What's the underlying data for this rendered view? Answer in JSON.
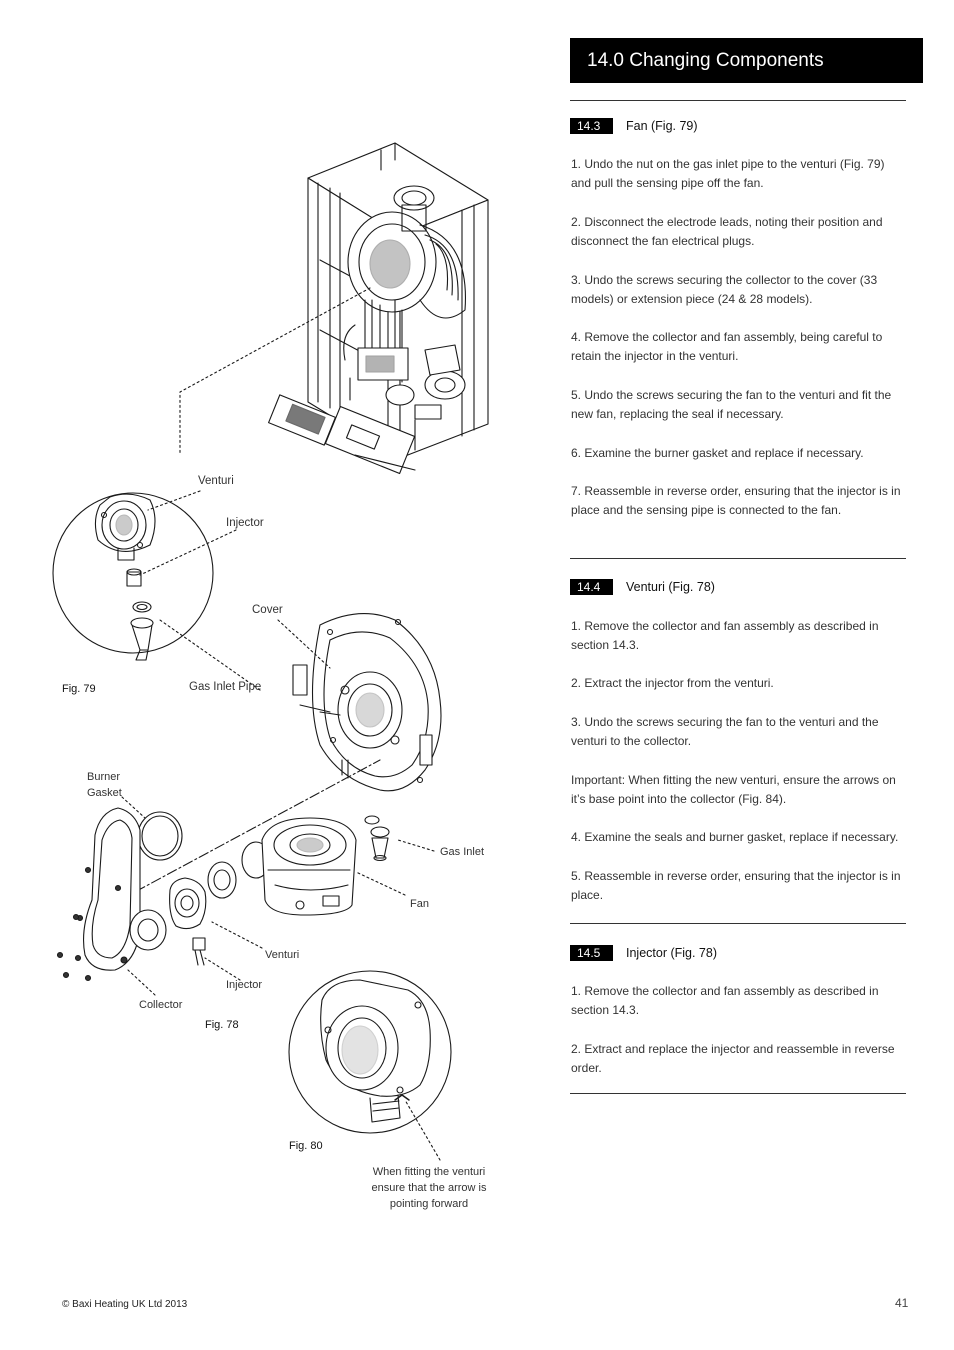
{
  "header": {
    "title": "14.0 Changing Components"
  },
  "sections": [
    {
      "number": "14.3",
      "title": "Fan (Fig. 79)",
      "paragraphs": [
        "1. Undo the nut on the gas inlet pipe to the venturi (Fig. 79) and pull the sensing pipe off the fan.",
        "2. Disconnect the electrode leads, noting their position and disconnect the fan electrical plugs.",
        "3. Undo the screws securing the collector to the cover (33 models) or extension piece (24 & 28 models).",
        "4. Remove the collector and fan assembly, being careful to retain the injector in the venturi.",
        "5. Undo the screws securing the fan to the venturi and fit the new fan, replacing the seal if necessary.",
        "6. Examine the burner gasket and replace if necessary.",
        "7. Reassemble in reverse order, ensuring that the injector is in place and the sensing pipe is connected to the fan."
      ]
    },
    {
      "number": "14.4",
      "title": "Venturi (Fig. 78)",
      "paragraphs": [
        "1. Remove the collector and fan assembly as described in section 14.3.",
        "2. Extract the injector from the venturi.",
        "3. Undo the screws securing the fan to the venturi and the venturi to the collector.",
        "Important: When fitting the new venturi, ensure the arrows on it’s base point into the collector (Fig. 84).",
        "4. Examine the seals and burner gasket, replace if necessary.",
        "5. Reassemble in reverse order, ensuring that the injector is in place."
      ]
    },
    {
      "number": "14.5",
      "title": "Injector (Fig. 78)",
      "paragraphs": [
        "1. Remove the collector and fan assembly as described in section 14.3.",
        "2. Extract and replace the injector and reassemble in reverse order."
      ]
    }
  ],
  "figures": {
    "fig79": {
      "caption": "Fig. 79",
      "labels": {
        "venturi": "Venturi",
        "injector": "Injector",
        "cover": "Cover",
        "gas_inlet_pipe": "Gas Inlet Pipe"
      }
    },
    "fig78": {
      "caption": "Fig. 78",
      "labels": {
        "burner": "Burner",
        "gasket": "Gasket",
        "gas_inlet": "Gas Inlet",
        "fan": "Fan",
        "venturi": "Venturi",
        "injector": "Injector",
        "collector": "Collector"
      }
    },
    "fig80": {
      "caption": "Fig. 80",
      "note_lines": [
        "When fitting the venturi",
        "ensure that the arrow is",
        "pointing forward"
      ]
    }
  },
  "footer": {
    "copyright": "© Baxi Heating UK Ltd 2013",
    "page_number": "41"
  }
}
